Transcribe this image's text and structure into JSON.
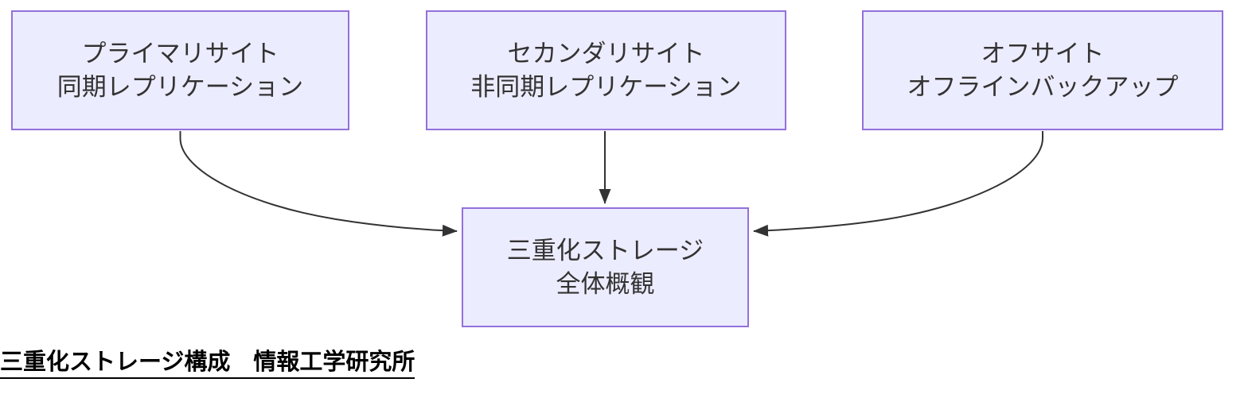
{
  "diagram": {
    "type": "flowchart",
    "nodes": {
      "primary": {
        "line1": "プライマリサイト",
        "line2": "同期レプリケーション"
      },
      "secondary": {
        "line1": "セカンダリサイト",
        "line2": "非同期レプリケーション"
      },
      "offsite": {
        "line1": "オフサイト",
        "line2": "オフラインバックアップ"
      },
      "central": {
        "line1": "三重化ストレージ",
        "line2": "全体概観"
      }
    },
    "edges": [
      {
        "from": "primary",
        "to": "central",
        "arrow": "filled-triangle"
      },
      {
        "from": "secondary",
        "to": "central",
        "arrow": "filled-triangle"
      },
      {
        "from": "offsite",
        "to": "central",
        "arrow": "filled-triangle"
      }
    ],
    "caption": "三重化ストレージ構成　情報工学研究所",
    "colors": {
      "node_fill": "#ECECFF",
      "node_border": "#9370DB",
      "node_text": "#333333",
      "edge_stroke": "#333333",
      "caption_text": "#000000",
      "background": "#FFFFFF"
    }
  }
}
